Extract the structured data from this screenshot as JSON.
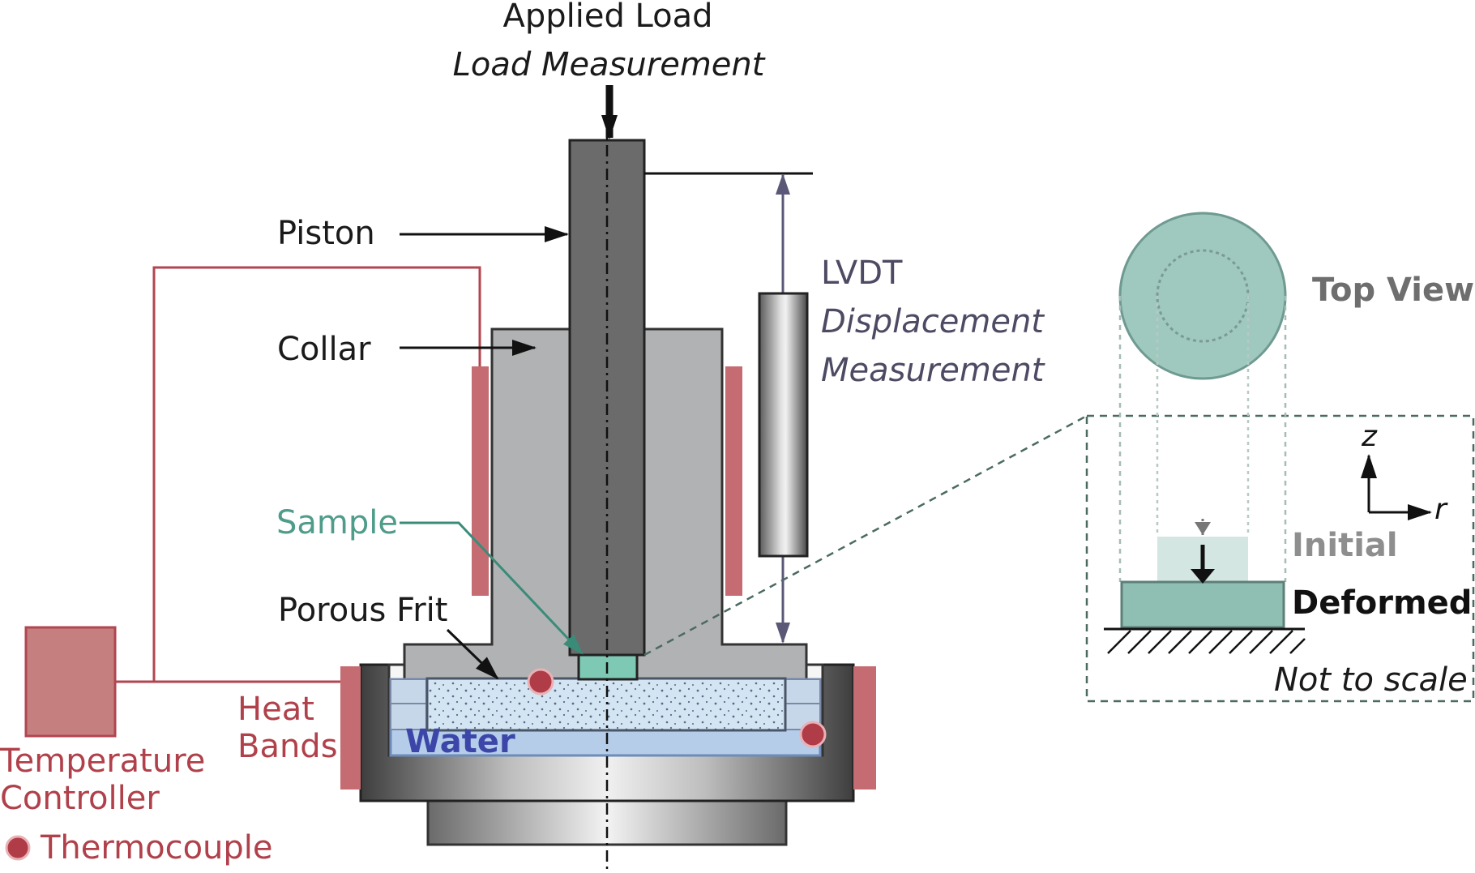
{
  "labels": {
    "applied_load": "Applied Load",
    "load_measurement": "Load Measurement",
    "piston": "Piston",
    "collar": "Collar",
    "lvdt": "LVDT",
    "displacement": "Displacement",
    "measurement": "Measurement",
    "sample": "Sample",
    "porous_frit": "Porous Frit",
    "heat": "Heat",
    "bands": "Bands",
    "water": "Water",
    "temperature": "Temperature",
    "controller": "Controller",
    "thermocouple": "Thermocouple",
    "top_view": "Top View",
    "initial": "Initial",
    "deformed": "Deformed",
    "not_to_scale": "Not to scale",
    "axis_z": "z",
    "axis_r": "r"
  },
  "colors": {
    "piston": "#6b6b6b",
    "collar": "#b1b2b3",
    "heat_band": "#c56c72",
    "wire": "#b24650",
    "water": "#a9c6e6",
    "frit": "#d1e3f2",
    "sample": "#7ec9b4",
    "teal_fill": "#8fbfb2",
    "thermocouple": "#b03c48",
    "lvdt_line": "#5b5777",
    "label_black": "#1a1a1a"
  }
}
